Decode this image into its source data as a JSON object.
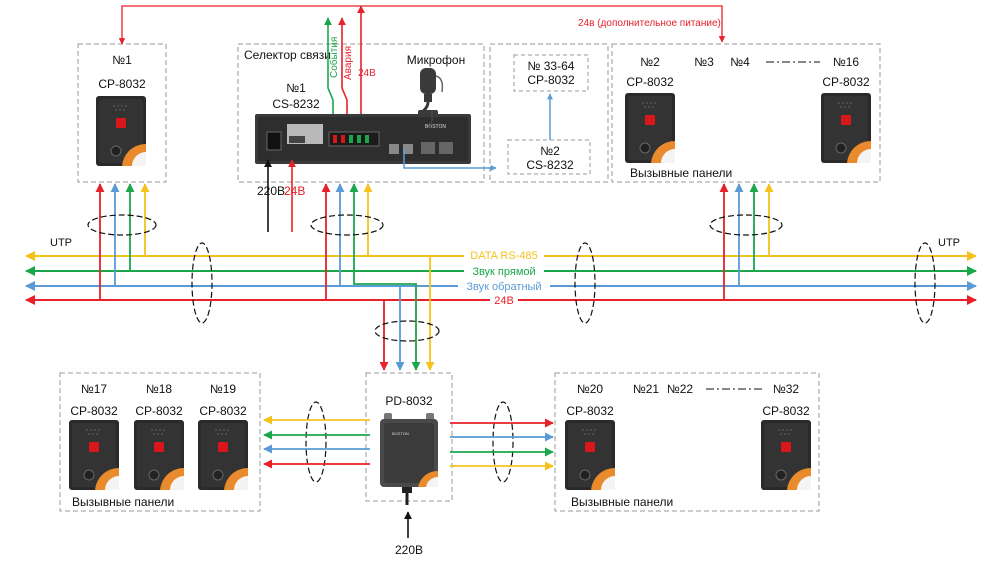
{
  "colors": {
    "red": "#e8202a",
    "green": "#1aa64b",
    "blue": "#5a9bd5",
    "yellow": "#f5c21b",
    "black": "#111111",
    "box_border": "#9a9a9a",
    "panel_body": "#2a2a2a",
    "panel_button": "#d9161c",
    "panel_accent": "#e98a2c"
  },
  "top_feed": {
    "label": "24в (дополнительное питание)"
  },
  "bus": {
    "left_label": "UTP",
    "right_label": "UTP",
    "lines": [
      {
        "label": "DATA RS-485",
        "color": "yellow"
      },
      {
        "label": "Звук прямой",
        "color": "green"
      },
      {
        "label": "Звук обратный",
        "color": "blue"
      },
      {
        "label": "24В",
        "color": "red"
      }
    ]
  },
  "box_panel_1": {
    "number": "№1",
    "model": "CP-8032"
  },
  "selector_box": {
    "title": "Селектор связи",
    "number": "№1",
    "model": "CS-8232",
    "microphone": "Микрофон",
    "vertical_event": "События",
    "vertical_alarm": "Авария",
    "vertical_24": "24В",
    "power_220": "220В",
    "power_24": "24В"
  },
  "expansion_box": {
    "top_number": "№ 33-64",
    "top_model": "CP-8032",
    "bottom_number": "№2",
    "bottom_model": "CS-8232"
  },
  "top_right_box": {
    "labels": [
      "№2",
      "№3",
      "№4",
      "№16"
    ],
    "model_left": "CP-8032",
    "model_right": "CP-8032",
    "footer": "Вызывные панели"
  },
  "bottom_left_box": {
    "panels": [
      {
        "number": "№17",
        "model": "CP-8032"
      },
      {
        "number": "№18",
        "model": "CP-8032"
      },
      {
        "number": "№19",
        "model": "CP-8032"
      }
    ],
    "footer": "Вызывные панели"
  },
  "pd_box": {
    "model": "PD-8032",
    "power": "220В"
  },
  "bottom_right_box": {
    "labels": [
      "№20",
      "№21",
      "№22",
      "№32"
    ],
    "model_left": "CP-8032",
    "model_right": "CP-8032",
    "footer": "Вызывные панели"
  }
}
